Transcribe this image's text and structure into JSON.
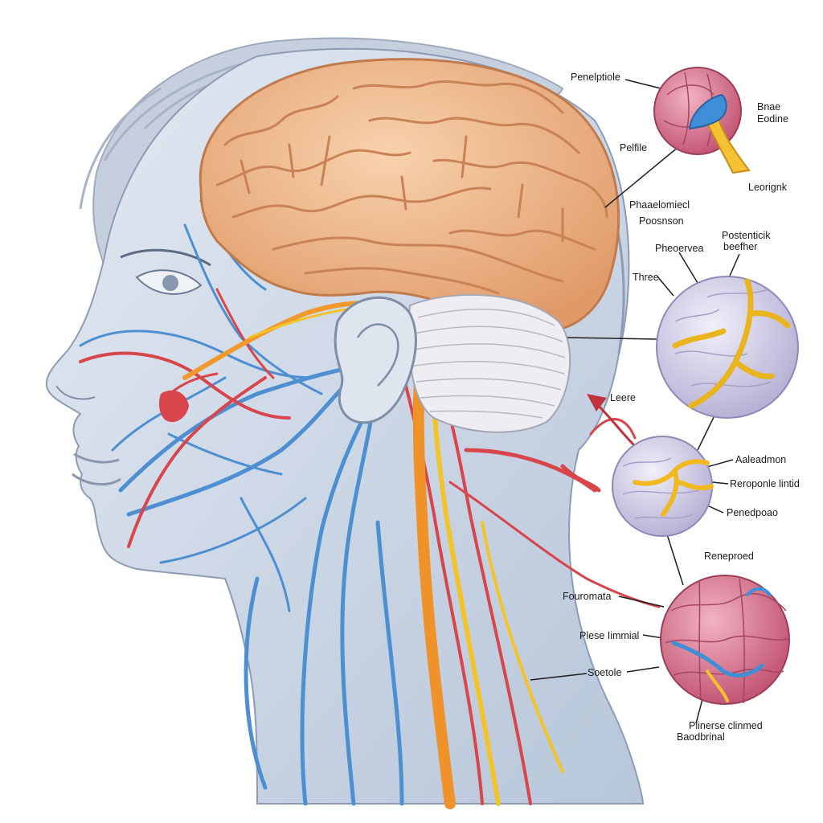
{
  "labels": {
    "top_cell_a": "Penelptiole",
    "top_cell_b": "Pelfile",
    "top_cell_c": "Bnae",
    "top_cell_d": "Eodine",
    "top_cell_e": "Leorignk",
    "brain_a": "Phaaelomiecl",
    "brain_b": "Poosnson",
    "mid_cell_a": "Pheoervea",
    "mid_cell_b": "Postenticik",
    "mid_cell_c": "beefher",
    "mid_cell_d": "Three",
    "mid_cell_e": "Leere",
    "lower_cell_a": "Aaleadmon",
    "lower_cell_b": "Reroponle lintid",
    "lower_cell_c": "Penedpoao",
    "lower_cell_d": "Reneproed",
    "bottom_cell_a": "Fouromata",
    "bottom_cell_b": "Plese Iimmial",
    "bottom_cell_c": "Soetole",
    "bottom_cell_d": "Plinerse clinmed",
    "bottom_cell_e": "Baodbrinal"
  },
  "colors": {
    "skin": "#cfd9e6",
    "brain": "#f0b888",
    "artery": "#d8454b",
    "vein": "#4d8fd0",
    "nerve": "#f2c42a",
    "cell_pink": "#d26a85",
    "cell_lavender": "#c9c6e2"
  }
}
